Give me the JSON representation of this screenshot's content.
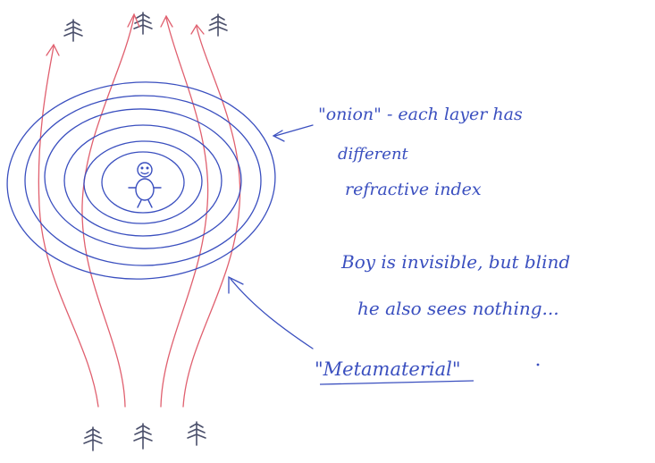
{
  "annotations": {
    "onion_line1": "\"onion\" - each layer has",
    "onion_line2": "different",
    "onion_line3": "refractive index",
    "boy_line1": "Boy is invisible, but blind",
    "boy_line2": "he also sees nothing...",
    "metamaterial": "\"Metamaterial\""
  },
  "colors": {
    "ink": "#3a4fbf",
    "rays": "#e0606f",
    "pen": "#4a4f6a"
  },
  "icons": {
    "tree": "tree-icon",
    "boy": "boy-figure",
    "arrow": "arrow-icon"
  }
}
